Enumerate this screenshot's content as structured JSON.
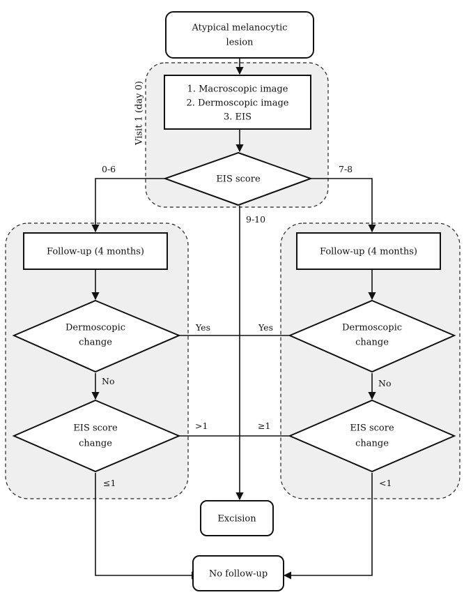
{
  "nodes": {
    "start": [
      "Atypical melanocytic",
      "lesion"
    ],
    "visit_steps": [
      "1. Macroscopic image",
      "2. Dermoscopic image",
      "3. EIS"
    ],
    "eis_score": "EIS score",
    "followup_left": "Follow-up (4 months)",
    "followup_right": "Follow-up (4 months)",
    "derm_change_left": [
      "Dermoscopic",
      "change"
    ],
    "derm_change_right": [
      "Dermoscopic",
      "change"
    ],
    "eis_change_left": [
      "EIS score",
      "change"
    ],
    "eis_change_right": [
      "EIS score",
      "change"
    ],
    "excision": "Excision",
    "no_followup": "No follow-up"
  },
  "group_label": "Visit 1 (day 0)",
  "edge_labels": {
    "low": "0-6",
    "mid": "7-8",
    "high": "9-10",
    "yes_left": "Yes",
    "yes_right": "Yes",
    "no_left": "No",
    "no_right": "No",
    "gt1_left": ">1",
    "ge1_right": "≥1",
    "le1_left": "≤1",
    "lt1_right": "<1"
  }
}
